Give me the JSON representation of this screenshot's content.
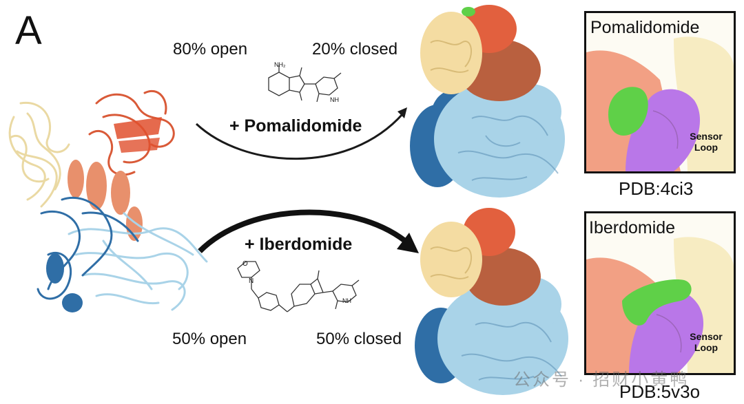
{
  "panel": {
    "letter": "A"
  },
  "top_pathway": {
    "open_label": "80% open",
    "closed_label": "20% closed",
    "reagent_label": "+ Pomalidomide",
    "nh2_label": "NH₂",
    "nh_label": "NH"
  },
  "bottom_pathway": {
    "reagent_label": "+ Iberdomide",
    "open_label": "50% open",
    "closed_label": "50% closed",
    "n_label": "N",
    "o_label": "O",
    "nh_label": "NH"
  },
  "insets": [
    {
      "title": "Pomalidomide",
      "sensor_label_1": "Sensor",
      "sensor_label_2": "Loop",
      "pdb_label": "PDB:4ci3"
    },
    {
      "title": "Iberdomide",
      "sensor_label_1": "Sensor",
      "sensor_label_2": "Loop",
      "pdb_label": "PDB:5v3o"
    }
  ],
  "watermark": "公众号 · 招财小黄鸭",
  "colors": {
    "dark_blue": "#2f6ea6",
    "light_blue": "#a9d3e8",
    "orange_red": "#e2603e",
    "salmon": "#e8906c",
    "wheat": "#f4dca2",
    "brown": "#b9603f",
    "green": "#5fd048",
    "purple": "#b16be0"
  }
}
